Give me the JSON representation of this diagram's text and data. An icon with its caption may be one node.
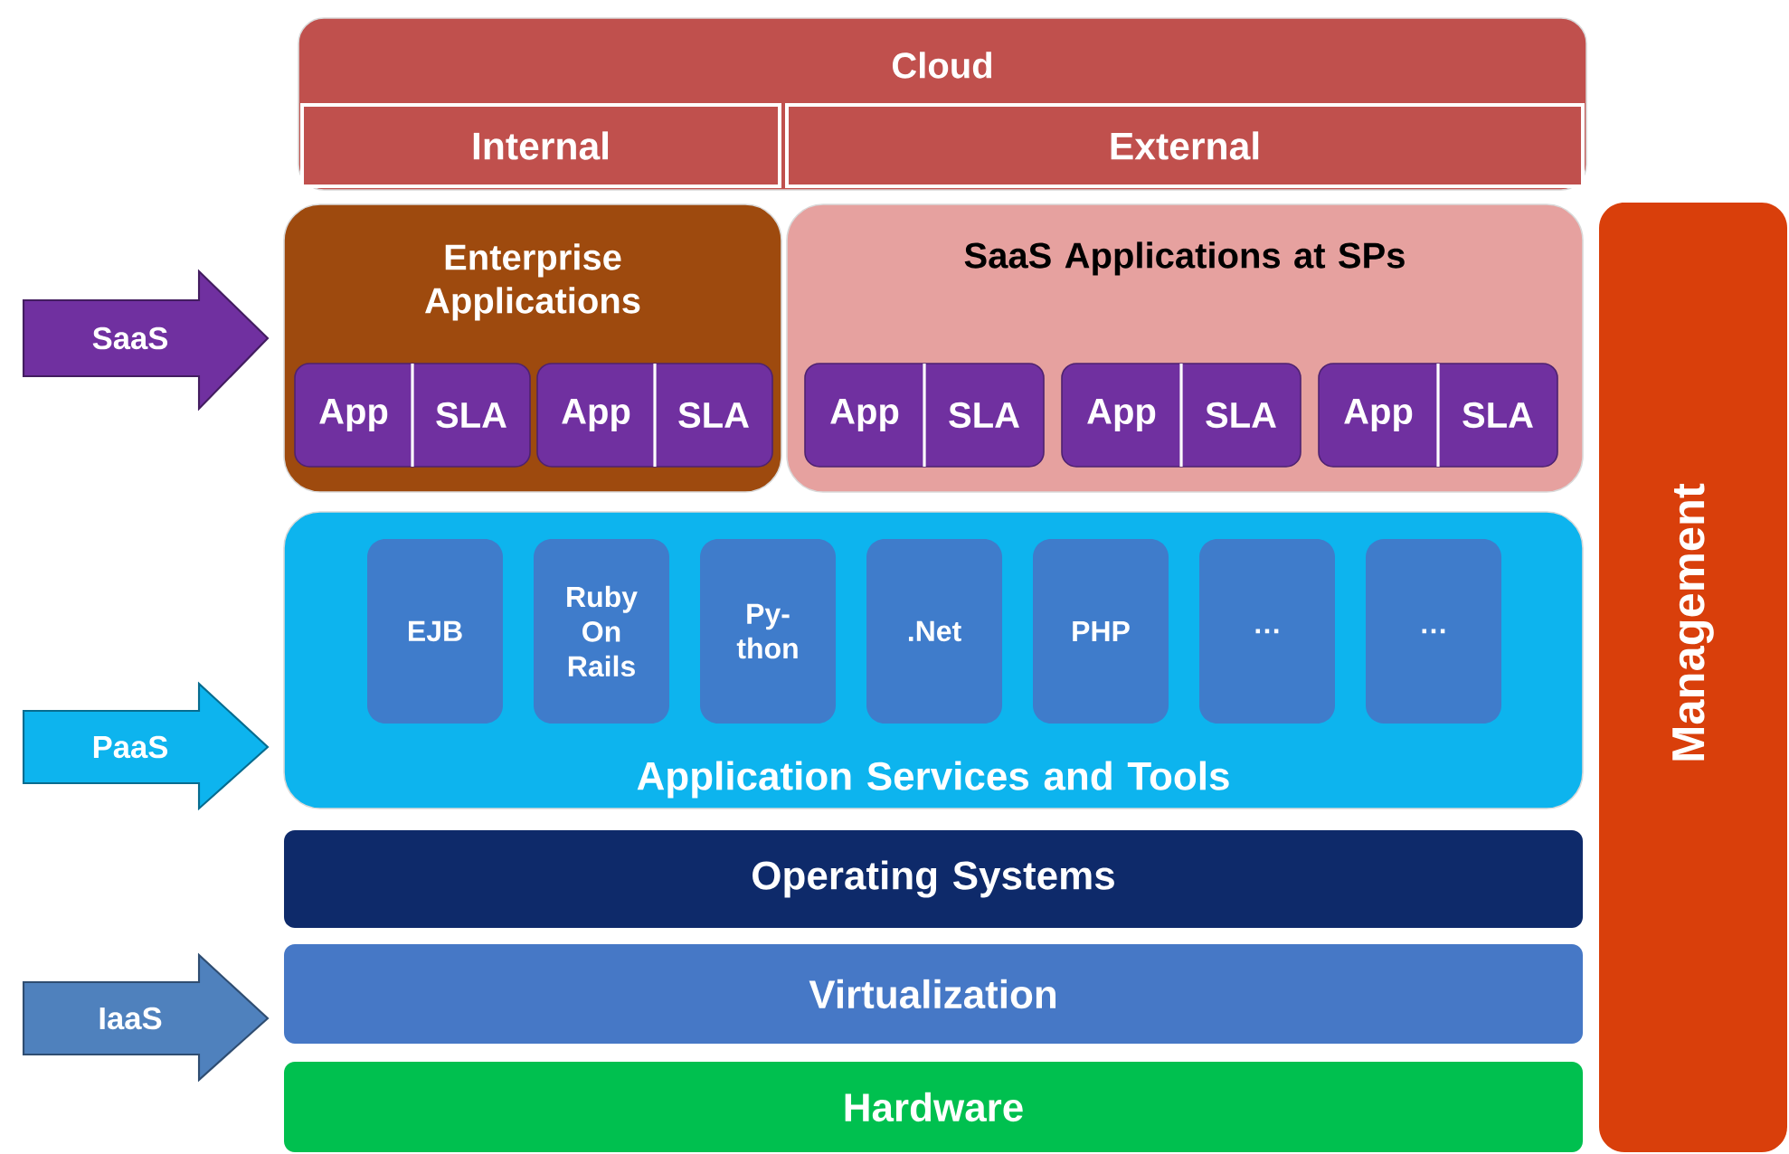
{
  "diagram": {
    "nodes": [
      {
        "text": [
          "Cloud"
        ]
      },
      {
        "text": [
          "Internal"
        ],
        "in": 0
      },
      {
        "text": [
          "External"
        ],
        "in": 0
      },
      {
        "text": [
          "SaaS"
        ]
      },
      {
        "text": [
          "Enterprise Applications"
        ]
      },
      {
        "text": [
          "App",
          "SLA"
        ],
        "in": 4
      },
      {
        "text": [
          "App",
          "SLA"
        ],
        "in": 4
      },
      {
        "text": [
          "SaaS Applications at SPs"
        ]
      },
      {
        "text": [
          "App",
          "SLA"
        ],
        "in": 7
      },
      {
        "text": [
          "App",
          "SLA"
        ],
        "in": 7
      },
      {
        "text": [
          "App",
          "SLA"
        ],
        "in": 7
      },
      {
        "text": [
          "PaaS"
        ]
      },
      {
        "text": [
          "Application Services and Tools"
        ]
      },
      {
        "text": [
          "EJB"
        ],
        "in": 12
      },
      {
        "text": [
          "Ruby On Rails"
        ],
        "in": 12
      },
      {
        "text": [
          "Py- thon"
        ],
        "in": 12
      },
      {
        "text": [
          ".Net"
        ],
        "in": 12
      },
      {
        "text": [
          "PHP"
        ],
        "in": 12
      },
      {
        "text": [
          "…"
        ],
        "in": 12
      },
      {
        "text": [
          "…"
        ],
        "in": 12
      },
      {
        "text": [
          "Operating Systems"
        ]
      },
      {
        "text": [
          "IaaS"
        ]
      },
      {
        "text": [
          "Virtualization"
        ]
      },
      {
        "text": [
          "Hardware"
        ]
      },
      {
        "text": [
          "Management"
        ]
      }
    ]
  }
}
